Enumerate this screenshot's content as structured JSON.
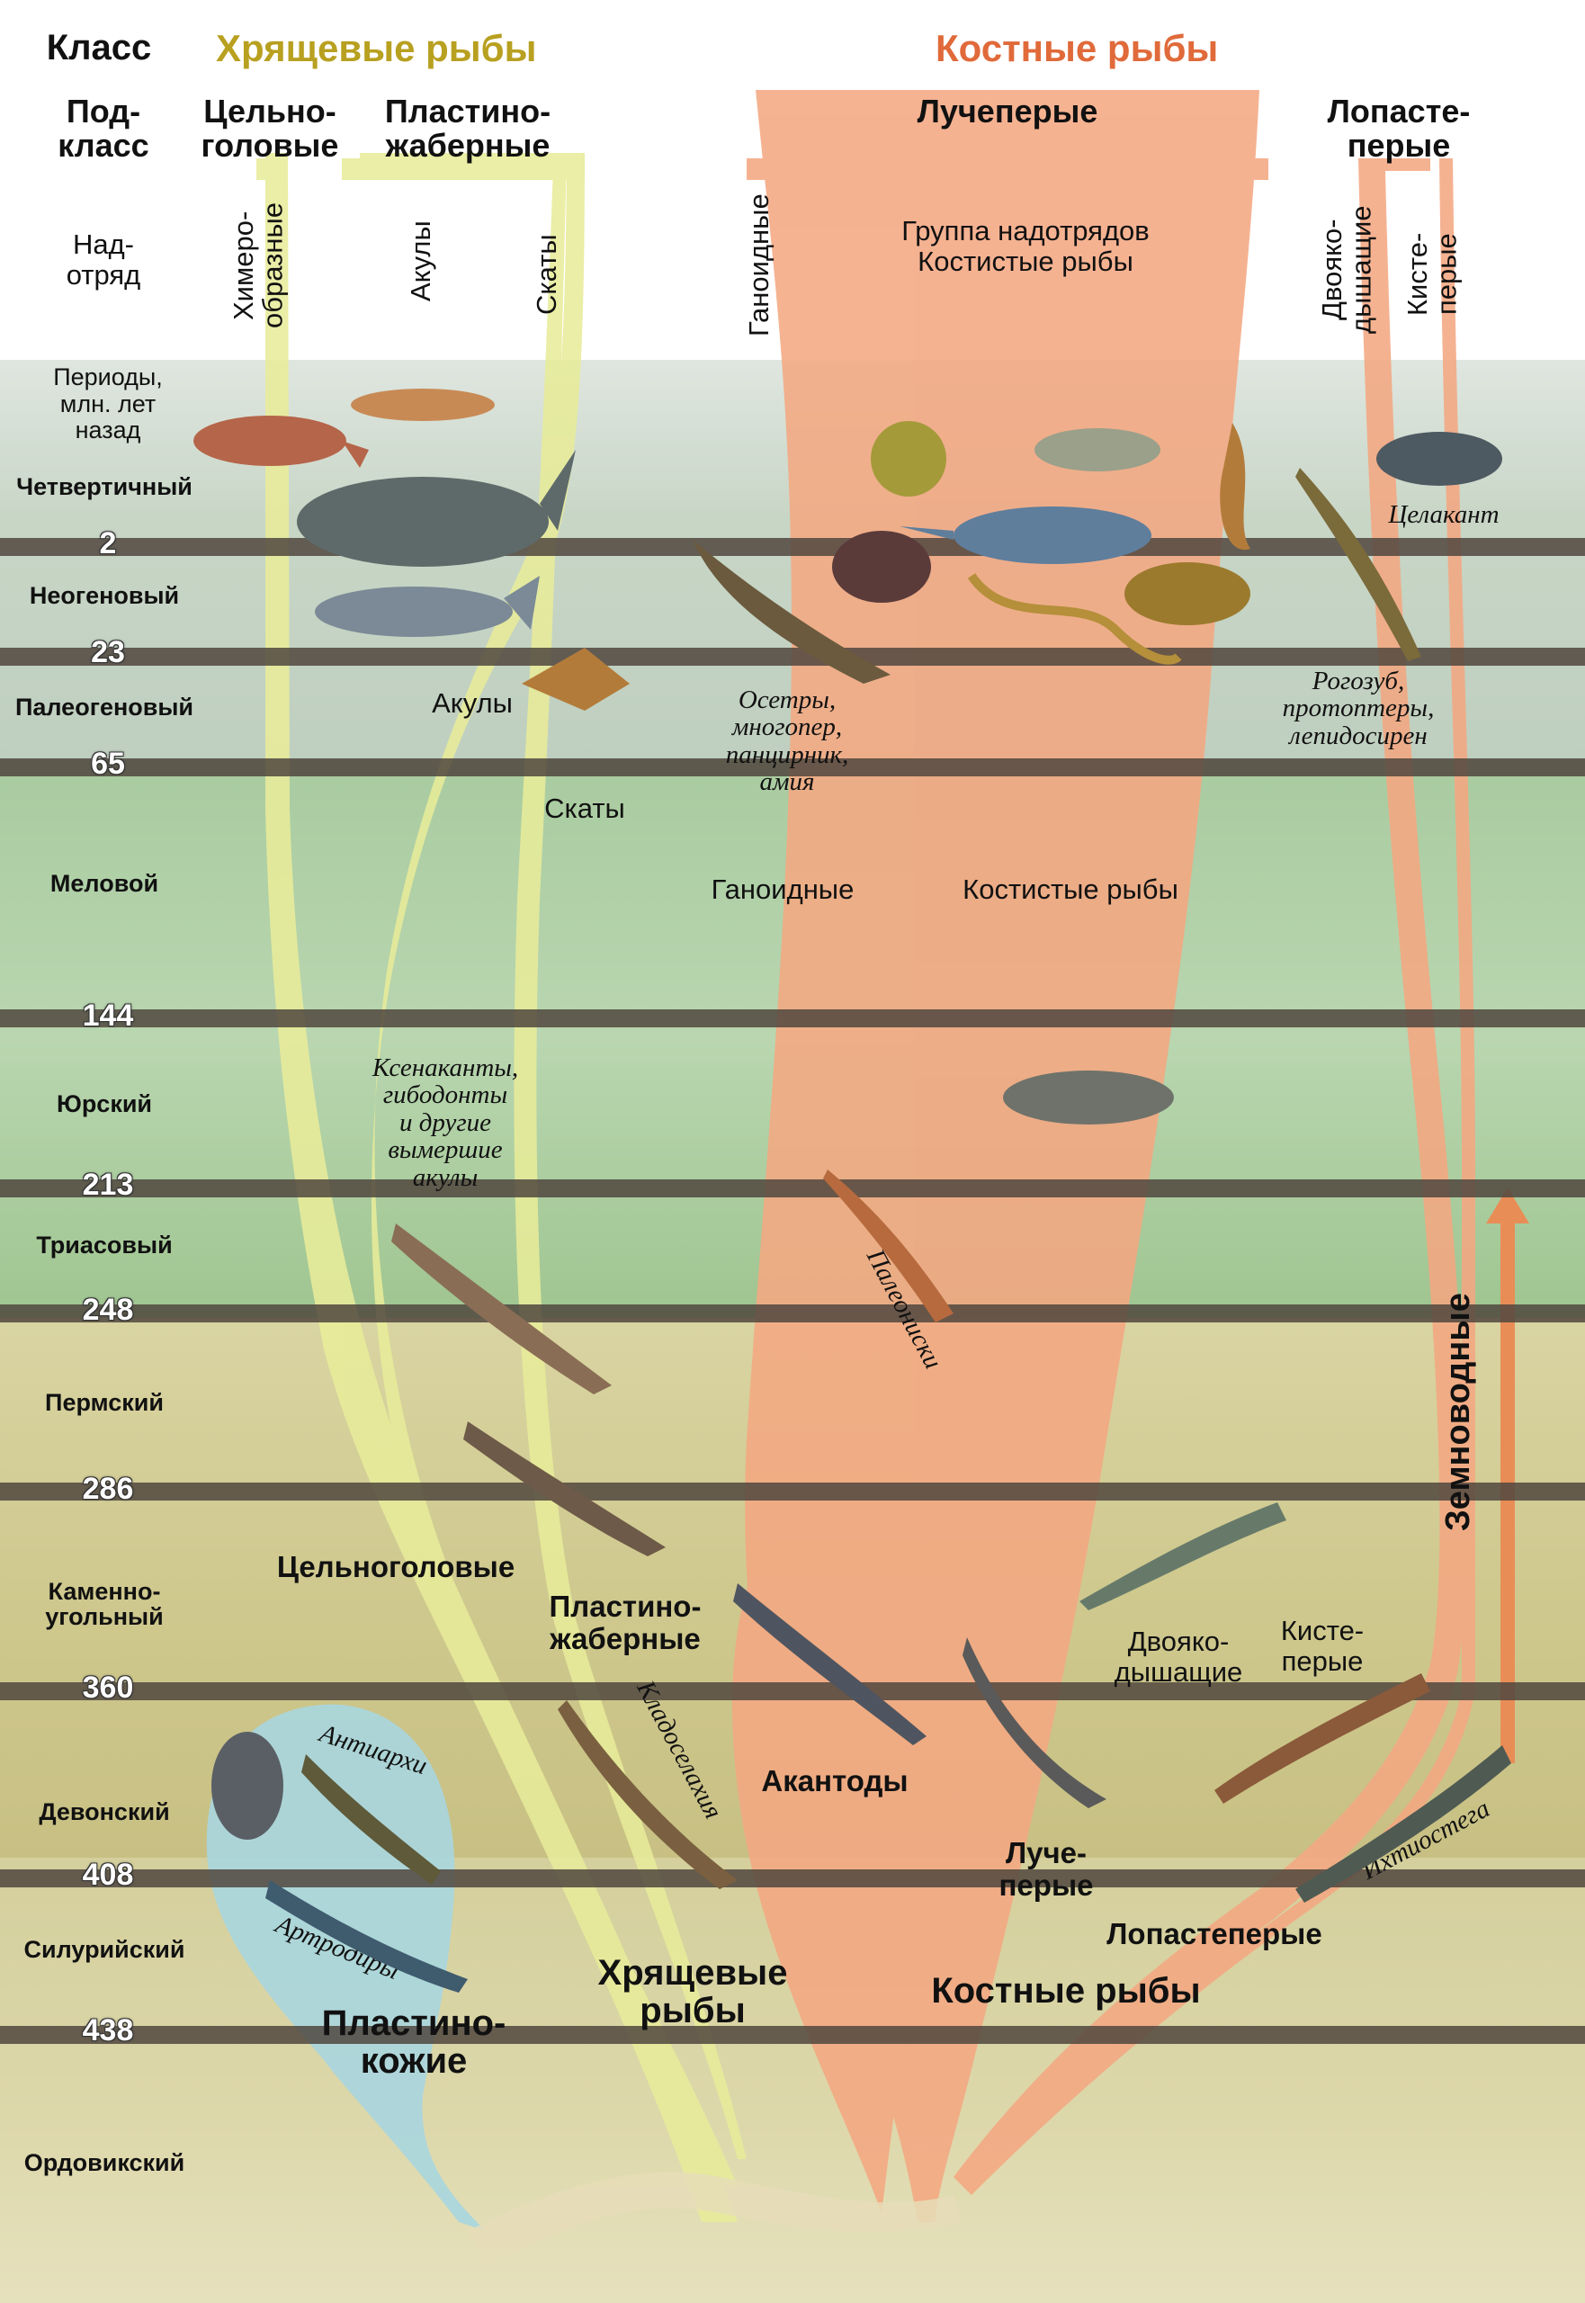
{
  "header": {
    "class_label": "Класс",
    "subclass_label": "Под-\nкласс",
    "superorder_label": "Над-\nотряд",
    "cartilaginous_class": "Хрящевые рыбы",
    "bony_class": "Костные рыбы",
    "holocephali": "Цельно-\nголовые",
    "elasmobranchii": "Пластино-\nжаберные",
    "actinopterygii": "Лучеперые",
    "sarcopterygii": "Лопасте-\nперые",
    "chimaeriformes": "Химеро-\nобразные",
    "sharks": "Акулы",
    "rays": "Скаты",
    "ganoids": "Ганоидные",
    "teleosts_group": "Группа надотрядов\nКостистые рыбы",
    "lungfish": "Двояко-\nдышащие",
    "crossopterygii": "Кисте-\nперые"
  },
  "periods_header": "Периоды,\nмлн. лет\nназад",
  "periods": [
    {
      "name": "Четвертичный",
      "boundary_after": "2"
    },
    {
      "name": "Неогеновый",
      "boundary_after": "23"
    },
    {
      "name": "Палеогеновый",
      "boundary_after": "65"
    },
    {
      "name": "Меловой",
      "boundary_after": "144"
    },
    {
      "name": "Юрский",
      "boundary_after": "213"
    },
    {
      "name": "Триасовый",
      "boundary_after": "248"
    },
    {
      "name": "Пермский",
      "boundary_after": "286"
    },
    {
      "name": "Каменно-\nугольный",
      "boundary_after": "360"
    },
    {
      "name": "Девонский",
      "boundary_after": "408"
    },
    {
      "name": "Силурийский",
      "boundary_after": "438"
    },
    {
      "name": "Ордовикский",
      "boundary_after": ""
    }
  ],
  "labels": {
    "sharks_mid": "Акулы",
    "rays_mid": "Скаты",
    "ganoids_mid": "Ганоидные",
    "teleosts_mid": "Костистые рыбы",
    "holocephali_low": "Цельноголовые",
    "elasmobranchii_low": "Пластино-\nжаберные",
    "acanthodii": "Акантоды",
    "actinopterygii_low": "Луче-\nперые",
    "sarcopterygii_low": "Лопастеперые",
    "bony_low": "Костные рыбы",
    "cartilaginous_low": "Хрящевые\nрыбы",
    "placodermi": "Пластино-\nкожие",
    "lungfish_low": "Двояко-\nдышащие",
    "crossopterygii_low": "Кисте-\nперые",
    "amphibians": "Земноводные"
  },
  "italic_labels": {
    "coelacanth": "Целакант",
    "lungfish_species": "Рогозуб,\nпротоптеры,\nлепидосирен",
    "sturgeons": "Осетры,\nмногопер,\nпанцирник,\nамия",
    "extinct_sharks": "Ксенаканты,\nгибодонты\nи другие\nвымершие\nакулы",
    "palaeonisci": "Палеониски",
    "cladoselache": "Кладоселахия",
    "antiarchi": "Антиархи",
    "arthrodira": "Артродиры",
    "ichthyostega": "Ихтиостега"
  },
  "colors": {
    "cartilaginous": "#e8ec9a",
    "cartilaginous_title": "#b8a020",
    "bony": "#f4a882",
    "bony_title": "#e06a3a",
    "placodermi": "#a9d6df",
    "band_dark": "#5a5046"
  }
}
